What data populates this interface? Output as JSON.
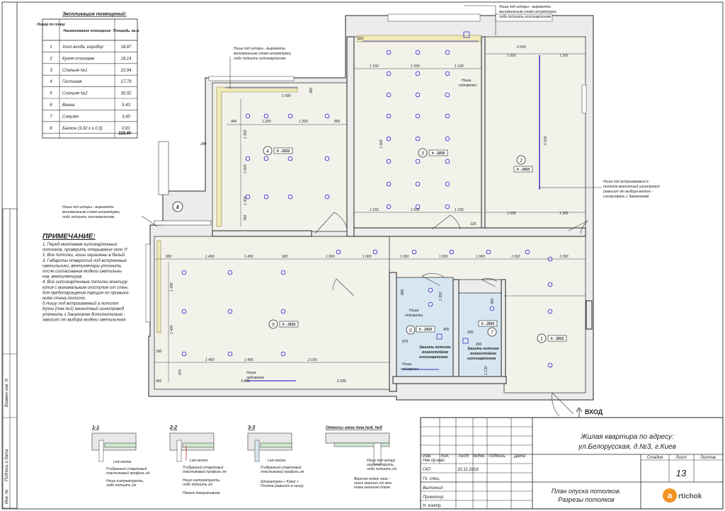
{
  "schedule": {
    "title": "Экспликация помещений:",
    "headers": [
      "Номер по плану",
      "Наименование помещения",
      "Площадь, кв.м"
    ],
    "rows": [
      {
        "num": "1",
        "name": "Холл входа, коридор",
        "area": "18,87"
      },
      {
        "num": "2",
        "name": "Кухня-столовая",
        "area": "18,14"
      },
      {
        "num": "3",
        "name": "Спальня №1",
        "area": "22,94"
      },
      {
        "num": "4",
        "name": "Гостиная",
        "area": "17,79"
      },
      {
        "num": "5",
        "name": "Спальня №2",
        "area": "30,92"
      },
      {
        "num": "6",
        "name": "Ванна",
        "area": "5,43"
      },
      {
        "num": "7",
        "name": "Санузел",
        "area": "3,40"
      },
      {
        "num": "8",
        "name": "Балкон (3,02 х к.0,3)",
        "area": "0,91"
      }
    ],
    "total": "118,40"
  },
  "notes": {
    "title": "ПРИМЕЧАНИЕ:",
    "lines": [
      "1. Перед монтажем гипсокартонных",
      "потолков, проверить открывание окон !!!",
      "2. Все потолки, ниши окрашены в белый.",
      "3. Габариты отверстий под встроенные",
      "светильники, вентиляторы уточнить",
      "после согласования модели светильни-",
      "ков, вентиляторов.",
      "4. Все гипсокартонные потолки монтиру-",
      "ются с минимальным отступом от стен,",
      "для предотвращения трещин по примыка-",
      "ниям стена-потолок.",
      "5.Нишу под встраиваемый в потолок",
      "Кухни (пом.№2) магнитный шинопровод",
      "уточнить з Заказчиком дополнительно -",
      "зависит от выбора модели светильника"
    ]
  },
  "callouts": {
    "top_right": [
      "Ниша под шторы - выровнять",
      "минимальным слоем штукатурки,",
      "либо подшить гипсокартоном."
    ],
    "top_left": [
      "Ниша под шторы - выровнять",
      "минимальным слоем штукатурки,",
      "либо подшить гипсокартоном."
    ],
    "mid_left": [
      "Ниша под шторы - выровнять",
      "минимальным слоем штукатурки,",
      "либо подшить гипсокартоном."
    ],
    "right": [
      "Ниша под встраиваемый в",
      "потолок магнитный шинопровод",
      "(зависит от выбора модели -",
      "согласовать с Заказчиком)"
    ],
    "niche": [
      "Ниша",
      "подсветки"
    ],
    "bath6": [
      "Зашить потолок",
      "влагостойким",
      "гипсокартоном"
    ],
    "bath7": [
      "Зашить потолок",
      "влагостойким",
      "гипсокартоном"
    ],
    "entrance": "ВХОД"
  },
  "rooms": [
    {
      "num": "1",
      "h": "h - 2810"
    },
    {
      "num": "2",
      "h": "h - 2810"
    },
    {
      "num": "3",
      "h": "h - 2810"
    },
    {
      "num": "4",
      "h": "h - 2810"
    },
    {
      "num": "5",
      "h": "h - 2810"
    },
    {
      "num": "6",
      "h": "h - 2810"
    },
    {
      "num": "7",
      "h": "h - 2810"
    },
    {
      "num": "8",
      "h": ""
    }
  ],
  "dims": {
    "d945": "945",
    "d1200": "1 200",
    "d865": "865",
    "d1000": "1 000",
    "d1600": "1 600",
    "d1300": "1 300",
    "d1150": "1 150",
    "d1550": "1 550",
    "d1000b": "1 000",
    "d2000": "2 000",
    "d1655": "1 655",
    "d1355": "1 355",
    "d5000": "5 000",
    "d950": "950",
    "d1400": "1 400",
    "d920": "920",
    "d1060": "1 060",
    "d1090": "1 090",
    "d2100": "2 100",
    "d3800": "3 800",
    "d2930": "2 930",
    "d1350": "1 350",
    "d320": "320",
    "d280": "280",
    "d120": "120",
    "d760": "760",
    "d180": "180",
    "d450": "450",
    "d975": "975",
    "d870": "870",
    "d1130": "1 130",
    "d400": "400",
    "d200": "200",
    "d650": "650",
    "d885": "885",
    "d360": "360"
  },
  "sections": {
    "s1": {
      "title": "1-1",
      "notes": [
        "Led-лента",
        "П-образный стартовый",
        "пластиковый профиль з/к",
        "Нишу оштукатурить,",
        "либо подшить з/к"
      ]
    },
    "s2": {
      "title": "2-2",
      "notes": [
        "Led-лента",
        "П-образный стартовый",
        "пластиковый профиль з/к",
        "Нишу оштукатурить,",
        "либо подшить з/к",
        "Панель декоративная"
      ]
    },
    "s3": {
      "title": "3-3",
      "notes": [
        "Led-лента",
        "П-образный стартовый",
        "пластиковый профиль з/к",
        "Штукатурка + Юкей +",
        "Плитка (зависит в нишу)"
      ]
    },
    "s4": {
      "title": "Откосы окон пом.№4, №5",
      "notes": [
        "Нишу под штору",
        "оштукатурить,",
        "либо подшить з/к",
        "Верхний откос окна -",
        "опуск зависит от мон-",
        "тажа оконного блока"
      ]
    }
  },
  "title_block": {
    "address_line1": "Жилая квартира по адресу:",
    "address_line2": "ул.Белорусская, д.№3, г.Киев",
    "col_headers": [
      "Изм.",
      "Кол.",
      "Лист",
      "№док.",
      "Подпись",
      "Дата"
    ],
    "roles": [
      "Нач.пр.мас.",
      "ГАП",
      "Гл. спец.",
      "Выполнил",
      "Проектир.",
      "Н. контр."
    ],
    "date": "20.11.2018",
    "stage_label": "Стадия",
    "sheet_label": "Лист",
    "sheets_label": "Листов",
    "sheet_number": "13",
    "drawing_title1": "План опуска потолков.",
    "drawing_title2": "Разрезы потолков",
    "logo_text": "rtichok",
    "logo_letter": "a"
  },
  "side_stamps": [
    "Взамен инв. N",
    "Подпись и дата",
    "Инв. №"
  ],
  "colors": {
    "lamp": "#4a3fd0",
    "wet": "#d7e7f1",
    "room": "#f3f2ea",
    "niche": "#f0eab5",
    "logo": "#f39222"
  }
}
